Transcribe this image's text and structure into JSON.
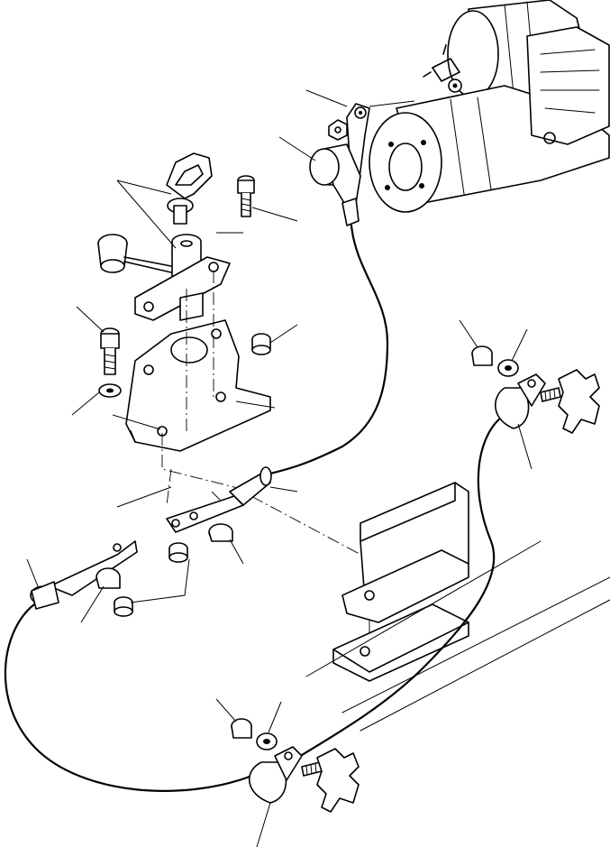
{
  "diagram": {
    "type": "exploded-parts-drawing",
    "parts": [
      {
        "id": "starter-motor",
        "icon": "starter-motor-icon"
      },
      {
        "id": "battery-terminal-cap",
        "icon": "terminal-cap-icon"
      },
      {
        "id": "ring-terminal",
        "icon": "ring-terminal-icon"
      },
      {
        "id": "battery-disconnect-switch",
        "icon": "key-switch-icon"
      },
      {
        "id": "dust-cap",
        "icon": "dust-cap-icon"
      },
      {
        "id": "mounting-bracket",
        "icon": "bracket-icon"
      },
      {
        "id": "bolts",
        "icon": "bolt-icon"
      },
      {
        "id": "nuts",
        "icon": "nut-icon"
      },
      {
        "id": "washers",
        "icon": "washer-icon"
      },
      {
        "id": "cable-clamps",
        "icon": "p-clamp-icon"
      },
      {
        "id": "cable-lugs",
        "icon": "cable-lug-icon"
      },
      {
        "id": "frame-bracket",
        "icon": "frame-bracket-icon"
      }
    ],
    "callouts_count": 22
  }
}
